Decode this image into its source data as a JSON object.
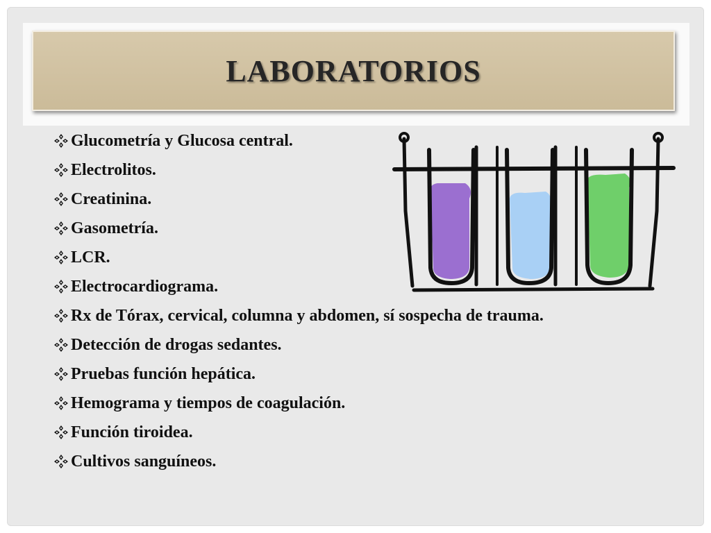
{
  "slide": {
    "title": "LABORATORIOS",
    "bullet_icon": "diamond-bullet-icon",
    "items": [
      "Glucometría y Glucosa central.",
      "Electrolitos.",
      "Creatinina.",
      "Gasometría.",
      "LCR.",
      "Electrocardiograma.",
      "Rx de Tórax, cervical, columna y abdomen, sí sospecha de trauma.",
      "Detección de drogas sedantes.",
      "Pruebas función hepática.",
      "Hemograma y tiempos de coagulación.",
      "Función tiroidea.",
      "Cultivos sanguíneos."
    ],
    "illustration": {
      "name": "test-tubes-rack",
      "tube_colors": [
        "#9b6fd0",
        "#a9d0f5",
        "#6fcf6a"
      ]
    },
    "colors": {
      "title_box": "#d1c2a2",
      "background": "#e9e9e9"
    }
  }
}
